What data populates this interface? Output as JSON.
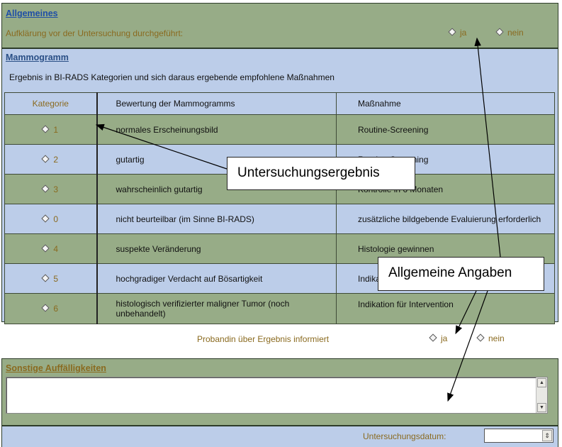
{
  "allgemeines": {
    "title": "Allgemeines",
    "question": "Aufklärung vor der Untersuchung durchgeführt:",
    "options": [
      "ja",
      "nein"
    ]
  },
  "mammogramm": {
    "title": "Mammogramm",
    "subtitle": "Ergebnis in BI-RADS Kategorien und sich daraus ergebende empfohlene Maßnahmen",
    "headers": [
      "Kategorie",
      "Bewertung der Mammogramms",
      "Maßnahme"
    ],
    "rows": [
      {
        "kategorie": "1",
        "bewertung": "normales Erscheinungsbild",
        "massnahme": "Routine-Screening"
      },
      {
        "kategorie": "2",
        "bewertung": "gutartig",
        "massnahme": "Routine-Screening"
      },
      {
        "kategorie": "3",
        "bewertung": "wahrscheinlich gutartig",
        "massnahme": "Kontrolle in 6 Monaten"
      },
      {
        "kategorie": "0",
        "bewertung": "nicht beurteilbar (im Sinne BI-RADS)",
        "massnahme": "zusätzliche bildgebende Evaluierung erforderlich"
      },
      {
        "kategorie": "4",
        "bewertung": "suspekte Veränderung",
        "massnahme": "Histologie gewinnen"
      },
      {
        "kategorie": "5",
        "bewertung": "hochgradiger Verdacht auf Bösartigkeit",
        "massnahme": "Indikation für Intervention"
      },
      {
        "kategorie": "6",
        "bewertung": "histologisch verifizierter maligner Tumor (noch unbehandelt)",
        "massnahme": "Indikation für Intervention"
      }
    ]
  },
  "informiert": {
    "label": "Probandin über Ergebnis informiert",
    "options": [
      "ja",
      "nein"
    ]
  },
  "sonstige": {
    "title": "Sonstige Auffälligkeiten",
    "value": ""
  },
  "datum": {
    "label": "Untersuchungsdatum:",
    "value": ""
  },
  "callouts": {
    "untersuchungsergebnis": "Untersuchungsergebnis",
    "allgemeine_angaben": "Allgemeine Angaben"
  },
  "colors": {
    "green_band": "#97ac87",
    "blue_band": "#bccde9",
    "link_blue": "#1f4fa6",
    "olive_text": "#8a6a1f"
  }
}
